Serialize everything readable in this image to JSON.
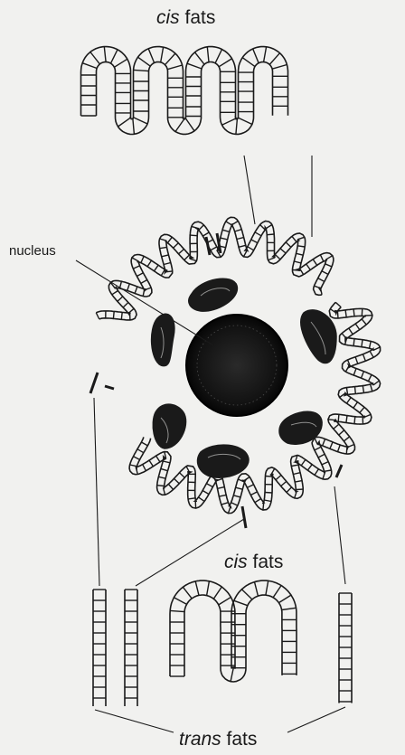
{
  "labels": {
    "top": {
      "italic": "cis",
      "rest": " fats"
    },
    "nucleus": "nucleus",
    "bottom_cis": {
      "italic": "cis",
      "rest": " fats"
    },
    "bottom_trans": {
      "italic": "trans",
      "rest": " fats"
    }
  },
  "colors": {
    "ink": "#1a1a1a",
    "background": "#f1f1ef",
    "nucleus_fill": "#161616"
  },
  "parts": [
    "cell-membrane",
    "nucleus",
    "organelle",
    "cis-fat-chain",
    "trans-fat-chain"
  ]
}
